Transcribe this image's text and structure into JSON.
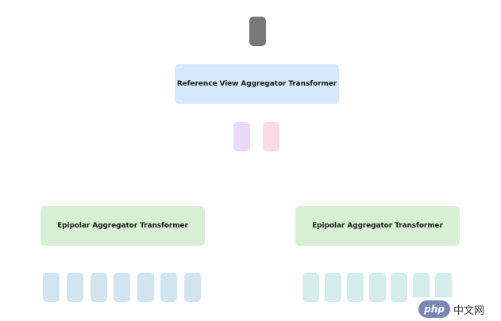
{
  "diagram": {
    "top_box": {
      "label": "Reference View Aggregator Transformer"
    },
    "left_box": {
      "label": "Epipolar Aggregator Transformer"
    },
    "right_box": {
      "label": "Epipolar Aggregator Transformer"
    },
    "colors": {
      "top_token": "#787878",
      "reference_box": "#d4e9fb",
      "epipolar_box": "#d8efd5",
      "purple_token": "#ead9f7",
      "pink_token": "#fbd9e7",
      "left_token": "#d2e4ef",
      "right_token": "#d4ecea"
    }
  },
  "watermark": {
    "logo": "php",
    "text": "中文网"
  }
}
